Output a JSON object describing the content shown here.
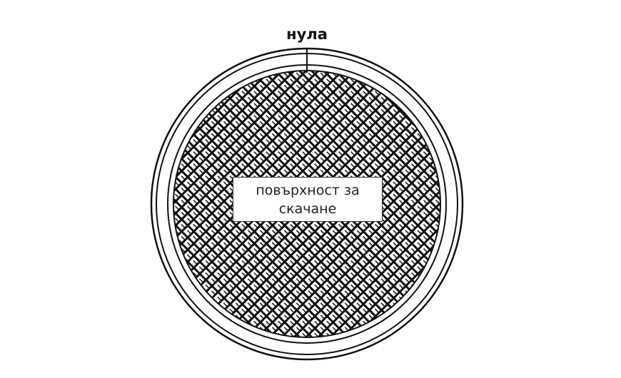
{
  "diagram": {
    "zero_label": "нула",
    "surface_label_line1": "повърхност за",
    "surface_label_line2": "скачане"
  },
  "colors": {
    "stroke": "#111111",
    "background": "#ffffff"
  }
}
